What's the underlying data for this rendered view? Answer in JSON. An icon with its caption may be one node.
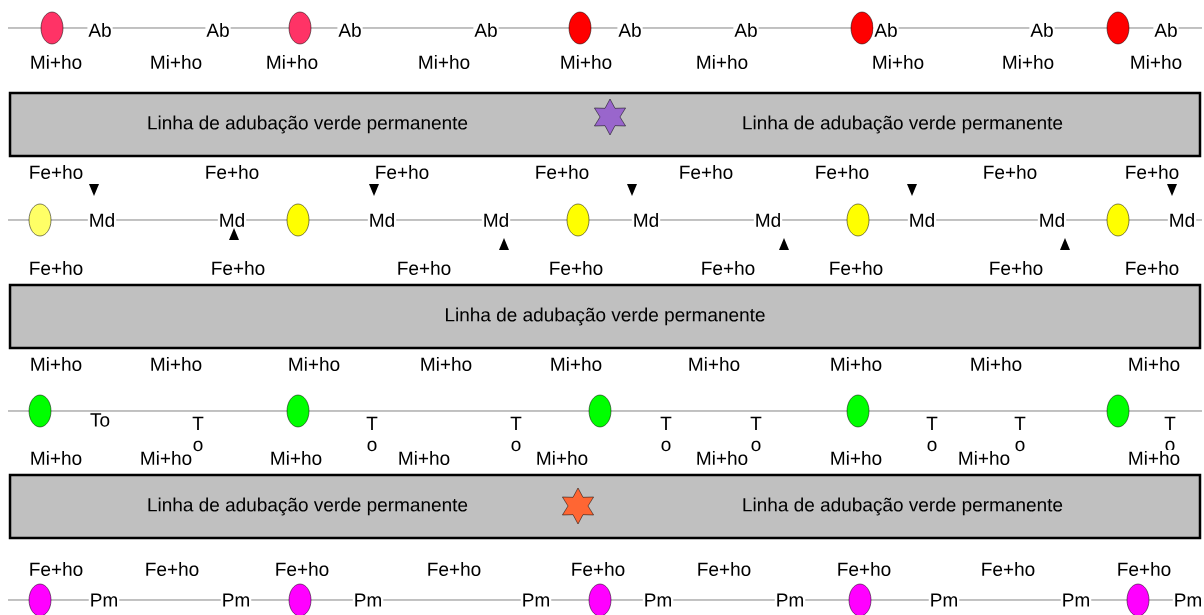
{
  "diagram": {
    "nodes": [
      {
        "text": [
          "Linha de adubação verde permanente",
          "Linha de adubação verde permanente"
        ]
      },
      {
        "text": [
          "Linha de adubação verde permanente"
        ]
      },
      {
        "text": [
          "Linha de adubação verde permanente",
          "Linha de adubação verde permanente"
        ]
      }
    ],
    "labels": [
      "Ab",
      "Ab",
      "Ab",
      "Ab",
      "Ab",
      "Ab",
      "Ab",
      "Ab",
      "Ab",
      "Mi+ho",
      "Mi+ho",
      "Mi+ho",
      "Mi+ho",
      "Mi+ho",
      "Mi+ho",
      "Mi+ho",
      "Mi+ho",
      "Mi+ho",
      "Fe+ho",
      "Fe+ho",
      "Fe+ho",
      "Fe+ho",
      "Fe+ho",
      "Fe+ho",
      "Fe+ho",
      "Fe+ho",
      "Md",
      "Md",
      "Md",
      "Md",
      "Md",
      "Md",
      "Md",
      "Md",
      "Md",
      "Fe+ho",
      "Fe+ho",
      "Fe+ho",
      "Fe+ho",
      "Fe+ho",
      "Fe+ho",
      "Fe+ho",
      "Fe+ho",
      "Mi+ho",
      "Mi+ho",
      "Mi+ho",
      "Mi+ho",
      "Mi+ho",
      "Mi+ho",
      "Mi+ho",
      "Mi+ho",
      "Mi+ho",
      "To",
      "T o",
      "T o",
      "T o",
      "T o",
      "T o",
      "T o",
      "T o",
      "T o",
      "Mi+ho",
      "Mi+ho",
      "Mi+ho",
      "Mi+ho",
      "Mi+ho",
      "Mi+ho",
      "Mi+ho",
      "Mi+ho",
      "Mi+ho",
      "Fe+ho",
      "Fe+ho",
      "Fe+ho",
      "Fe+ho",
      "Fe+ho",
      "Fe+ho",
      "Fe+ho",
      "Fe+ho",
      "Fe+ho",
      "Pm",
      "Pm",
      "Pm",
      "Pm",
      "Pm",
      "Pm",
      "Pm",
      "Pm",
      "Pm"
    ]
  }
}
